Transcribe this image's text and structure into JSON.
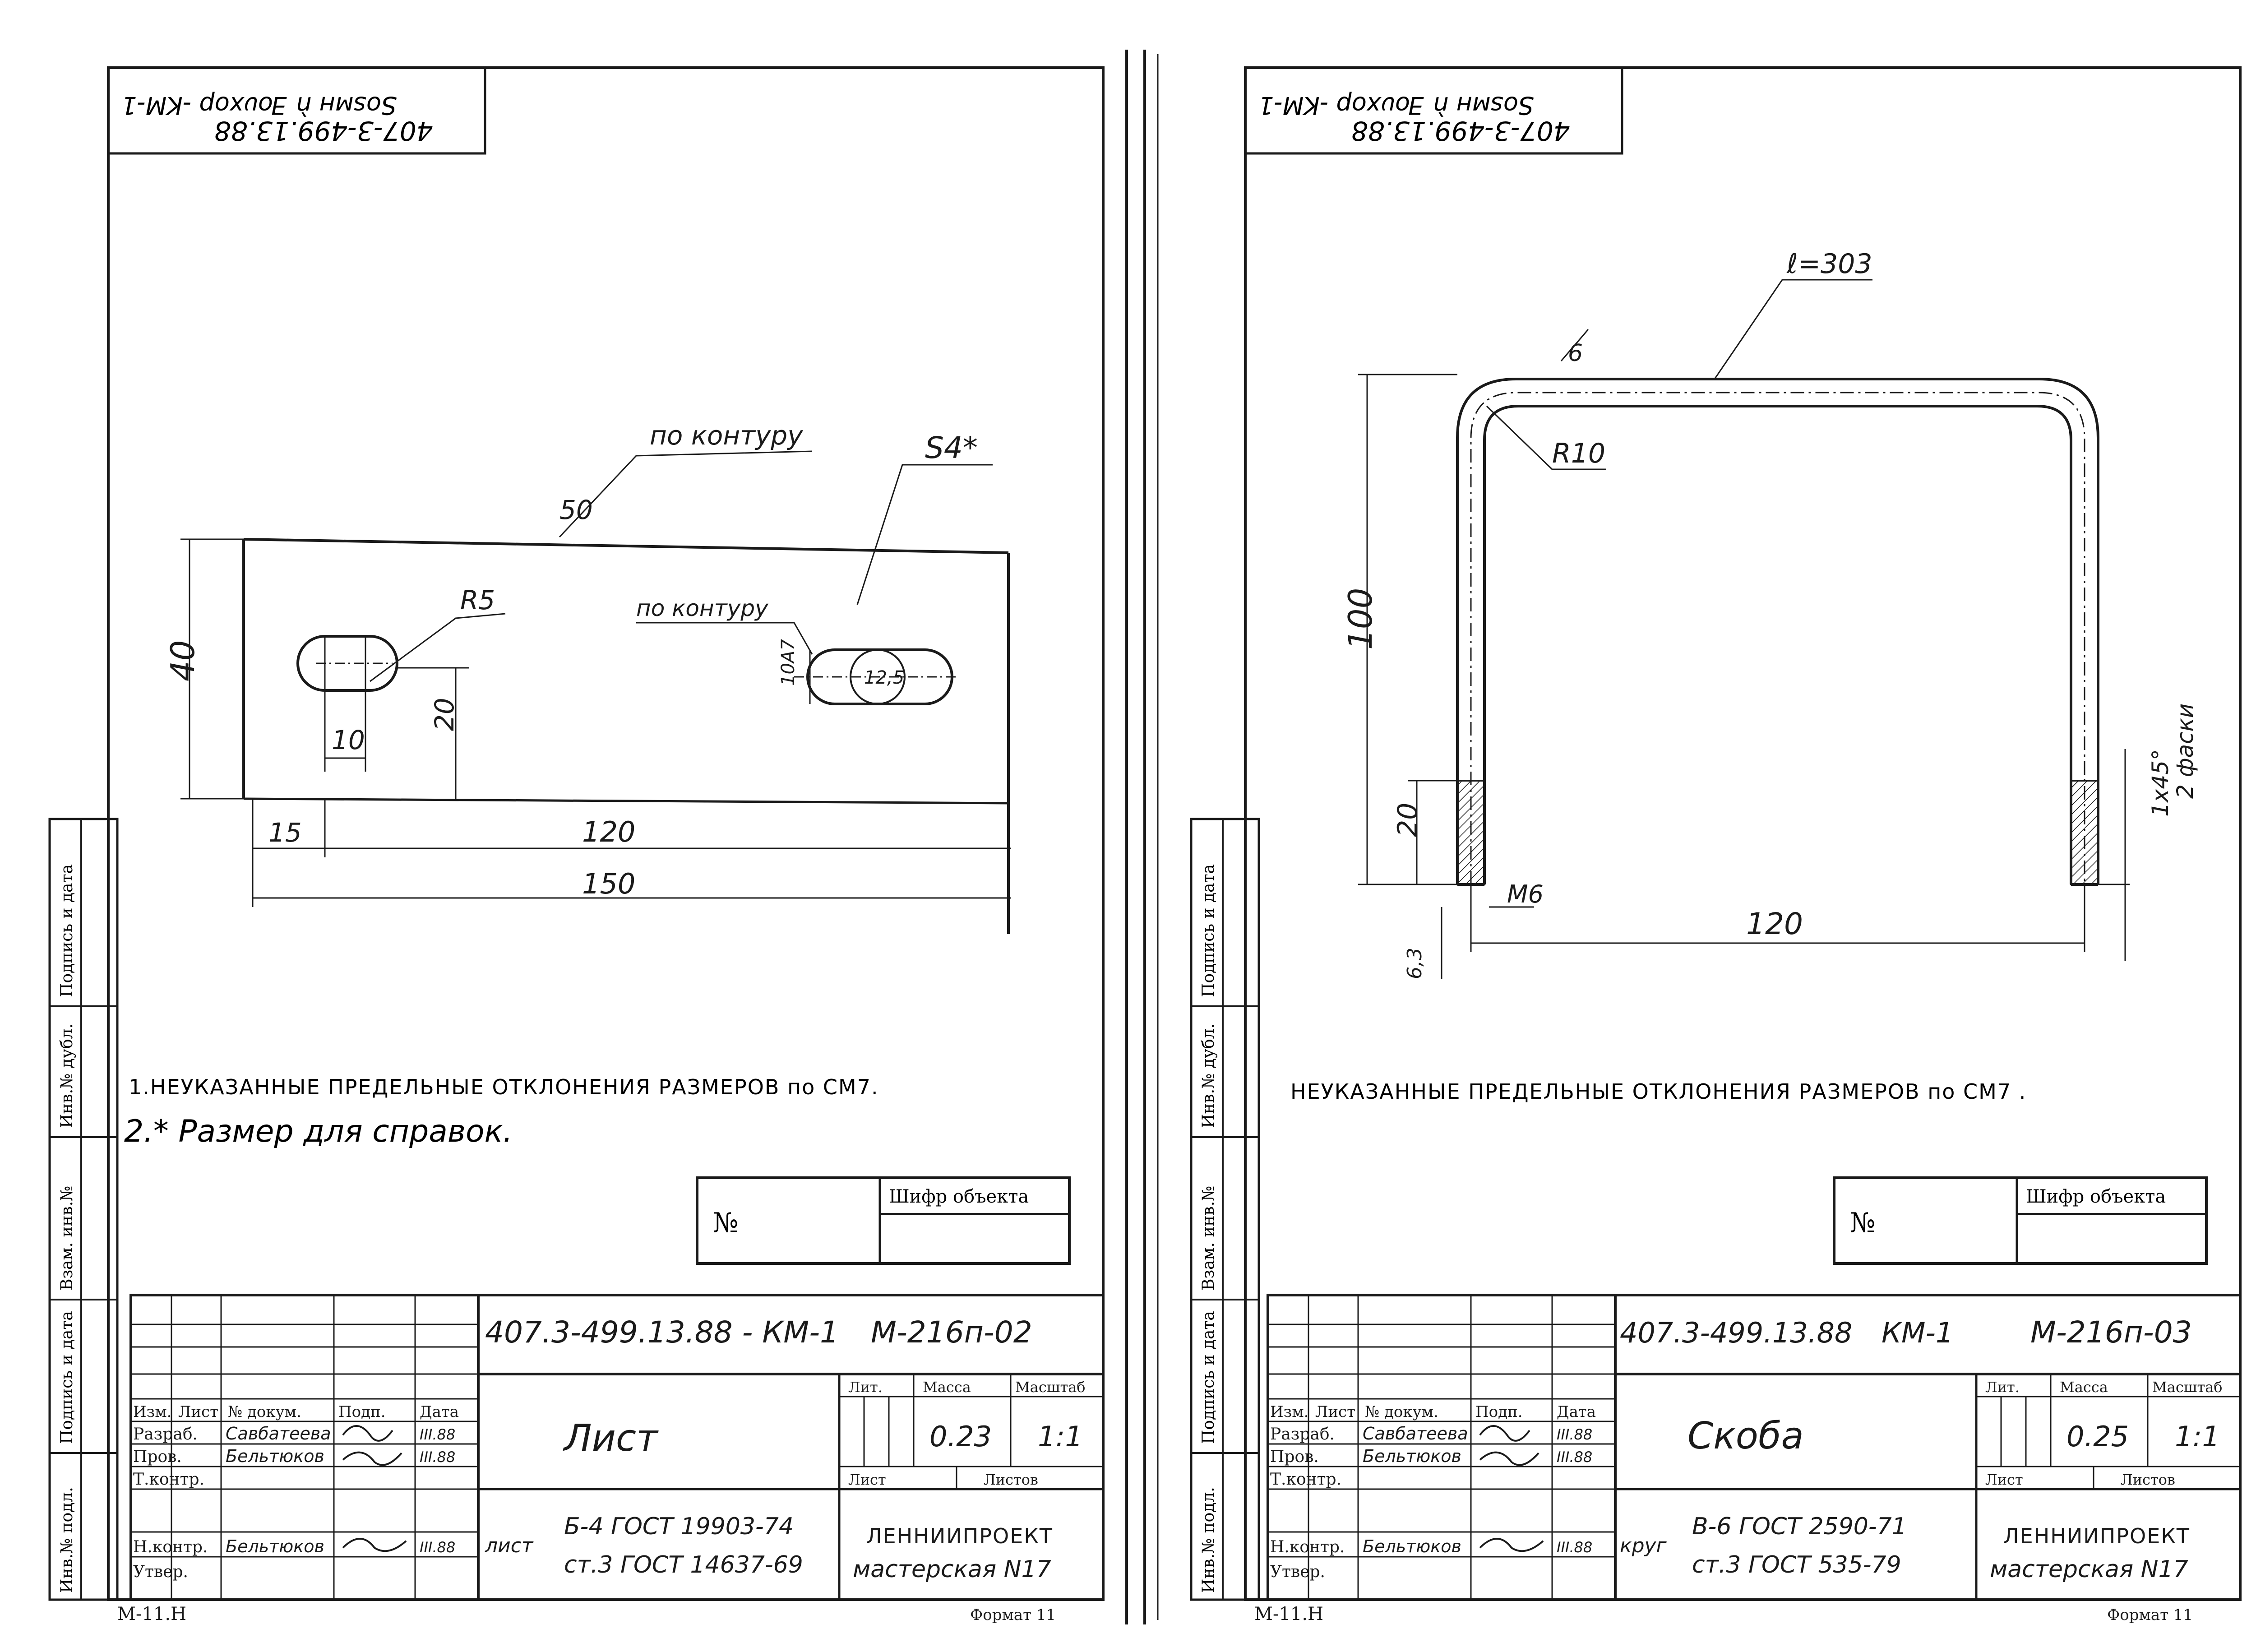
{
  "colors": {
    "ink": "#1a1a1a",
    "paper": "#ffffff",
    "faint": "#555555"
  },
  "left": {
    "corner_stamp": {
      "line1": "Ѕоsмн ǹ Ǝоυхор ‑KM-1",
      "line2": "407-3-499.13.88"
    },
    "labels": {
      "po_konturu": "по контуру",
      "size_50": "50",
      "s4": "S4*",
      "r5": "R5",
      "po_konturu2": "по контуру",
      "size_40": "40",
      "size_10a7": "10А7",
      "size_125": "12,5",
      "size_10": "10",
      "size_20": "20",
      "size_15": "15",
      "size_120": "120",
      "size_150": "150"
    },
    "notes": [
      "1.НЕУКАЗАННЫЕ ПРЕДЕЛЬНЫЕ ОТКЛОНЕНИЯ РАЗМЕРОВ по СМ7.",
      "2.* Размер для справок."
    ],
    "object_box": {
      "no": "№",
      "shifr": "Шифр объекта"
    },
    "side_strip": [
      "Инв.№ подл.",
      "Подпись и дата",
      "Взам. инв.№",
      "Инв.№ дубл.",
      "Подпись и дата"
    ],
    "title_block": {
      "doc_code": "407.3-499.13.88 - КМ-1",
      "mark": "М-216п-02",
      "row_headers": [
        "Изм.",
        "Лист",
        "№ докум.",
        "Подп.",
        "Дата"
      ],
      "roles": [
        "Разраб.",
        "Пров.",
        "Т.контр.",
        "Н.контр.",
        "Утвер."
      ],
      "names": [
        "Савбатеева",
        "Бельтюков",
        "",
        "Бельтюков",
        ""
      ],
      "dates": [
        "III.88",
        "III.88",
        "",
        "III.88",
        ""
      ],
      "name": "Лист",
      "lit_label": "Лит.",
      "mass_label": "Масса",
      "scale_label": "Масштаб",
      "mass": "0.23",
      "scale": "1:1",
      "sheet_label": "Лист",
      "sheets_label": "Листов",
      "material_kind": "лист",
      "material_line1": "Б-4 ГОСТ 19903-74",
      "material_line2": "ст.3 ГОСТ 14637-69",
      "org1": "ЛЕННИИПРОЕКТ",
      "org2": "мастерская N17",
      "format": "Формат 11",
      "bottom_code": "М-11.Н"
    }
  },
  "right": {
    "corner_stamp": {
      "line1": "Ѕоsмн ǹ Ǝоυхор ‑KM-1",
      "line2": "407-3-499.13.88"
    },
    "labels": {
      "l303": "ℓ=303",
      "size_6": "6",
      "r10": "R10",
      "size_100": "100",
      "size_20": "20",
      "m6": "М6",
      "size_63": "6,3",
      "size_120": "120",
      "chamfer1": "1х45°",
      "chamfer2": "2 фаски"
    },
    "notes": [
      "НЕУКАЗАННЫЕ ПРЕДЕЛЬНЫЕ ОТКЛОНЕНИЯ РАЗМЕРОВ по СМ7 ."
    ],
    "object_box": {
      "no": "№",
      "shifr": "Шифр объекта"
    },
    "side_strip": [
      "Инв.№ подл.",
      "Подпись и дата",
      "Взам. инв.№",
      "Инв.№ дубл.",
      "Подпись и дата"
    ],
    "title_block": {
      "doc_code_a": "407.3-499.13.88",
      "doc_code_b": "КМ-1",
      "mark": "М-216п-03",
      "row_headers": [
        "Изм.",
        "Лист",
        "№ докум.",
        "Подп.",
        "Дата"
      ],
      "roles": [
        "Разраб.",
        "Пров.",
        "Т.контр.",
        "Н.контр.",
        "Утвер."
      ],
      "names": [
        "Савбатеева",
        "Бельтюков",
        "",
        "Бельтюков",
        ""
      ],
      "dates": [
        "III.88",
        "III.88",
        "",
        "III.88",
        ""
      ],
      "name": "Скоба",
      "lit_label": "Лит.",
      "mass_label": "Масса",
      "scale_label": "Масштаб",
      "mass": "0.25",
      "scale": "1:1",
      "sheet_label": "Лист",
      "sheets_label": "Листов",
      "material_kind": "круг",
      "material_line1": "В-6 ГОСТ 2590-71",
      "material_line2": "ст.3 ГОСТ 535-79",
      "org1": "ЛЕННИИПРОЕКТ",
      "org2": "мастерская N17",
      "format": "Формат 11",
      "bottom_code": "М-11.Н"
    }
  }
}
